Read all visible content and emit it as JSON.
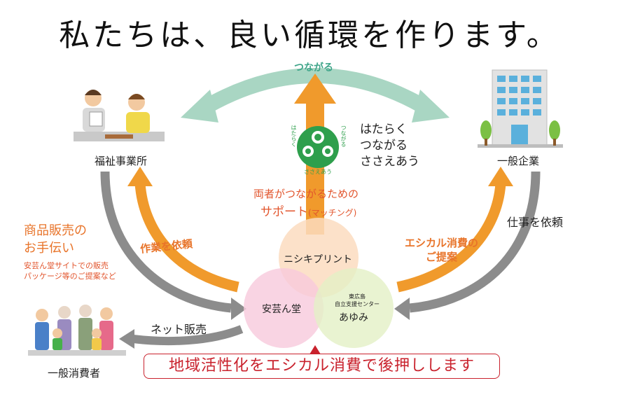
{
  "title": "私たちは、良い循環を作ります。",
  "top_arrow_label": "つながる",
  "logo": {
    "ring_text_left": "はたらく",
    "ring_text_right": "つながる",
    "ring_text_bottom": "ささえあう",
    "tagline_1": "はたらく",
    "tagline_2": "つながる",
    "tagline_3": "ささえあう"
  },
  "nodes": {
    "welfare": "福祉事業所",
    "company": "一般企業",
    "consumer": "一般消費者"
  },
  "circles": {
    "nishiki": "ニシキプリント",
    "akigeando": "安芸ん堂",
    "ayumi_sub_1": "東広島",
    "ayumi_sub_2": "自立支援センター",
    "ayumi": "あゆみ"
  },
  "center_support": {
    "line_1": "両者がつながるための",
    "line_2_main": "サポート",
    "line_2_sub": "(マッチング)"
  },
  "arrows": {
    "work_request_left": "作業を依頼",
    "work_request_right": "仕事を依頼",
    "ethical_1": "エシカル消費の",
    "ethical_2": "ご提案",
    "net_sales": "ネット販売"
  },
  "sales_help": {
    "line_1": "商品販売の",
    "line_2": "お手伝い",
    "note_1": "安芸ん堂サイトでの販売",
    "note_2": "パッケージ等のご提案など"
  },
  "banner": "地域活性化をエシカル消費で後押しします",
  "colors": {
    "green_arrow": "#a9d6c3",
    "orange": "#f09a2c",
    "gray": "#8c8c8c",
    "circle_orange": "#fbdcc0",
    "circle_pink": "#f7c9dc",
    "circle_green": "#e4f0c6",
    "logo_green": "#2e9f4c",
    "banner_red": "#c9222d"
  }
}
